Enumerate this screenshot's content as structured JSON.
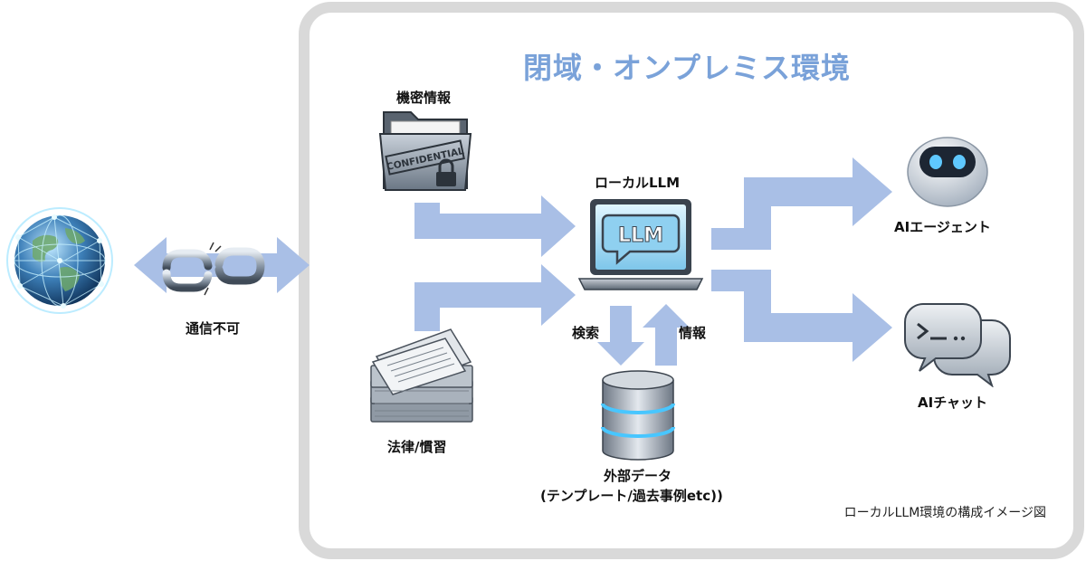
{
  "title": "閉域・オンプレミス環境",
  "caption": "ローカルLLM環境の構成イメージ図",
  "nodes": {
    "confidential": "機密情報",
    "confidential_stamp": "CONFIDENTIAL",
    "law": "法律/慣習",
    "llm": "ローカルLLM",
    "llm_screen": "LLM",
    "external_line1": "外部データ",
    "external_line2": "(テンプレート/過去事例etc))",
    "agent": "AIエージェント",
    "chat": "AIチャット",
    "network": "通信不可"
  },
  "arrows": {
    "search": "検索",
    "info": "情報"
  },
  "colors": {
    "arrow": "#a9bfe6",
    "title": "#7aa2d9",
    "frame": "#d9d9d9"
  }
}
